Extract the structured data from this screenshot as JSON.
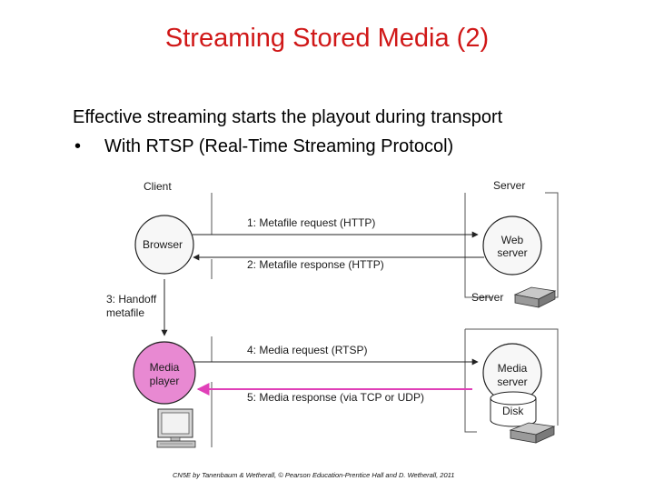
{
  "title": "Streaming Stored Media (2)",
  "intro": "Effective streaming starts the playout during transport",
  "bullet": {
    "marker": "•",
    "text": "With RTSP (Real-Time Streaming Protocol)"
  },
  "diagram": {
    "client_label": "Client",
    "server_label": "Server",
    "browser_label": "Browser",
    "web_server_label": [
      "Web",
      "server"
    ],
    "server_host_label": "Server",
    "handoff_label": [
      "3: Handoff",
      "metafile"
    ],
    "media_player_label": [
      "Media",
      "player"
    ],
    "media_server_label": [
      "Media",
      "server"
    ],
    "disk_label": "Disk",
    "messages": [
      "1: Metafile request (HTTP)",
      "2: Metafile response (HTTP)",
      "4: Media request (RTSP)",
      "5: Media response (via TCP or UDP)"
    ],
    "colors": {
      "media_player": "#e889d2",
      "media_arrow": "#e040b8",
      "title": "#d01818"
    }
  },
  "footer": "CN5E by Tanenbaum & Wetherall, © Pearson Education-Prentice Hall and D. Wetherall, 2011"
}
